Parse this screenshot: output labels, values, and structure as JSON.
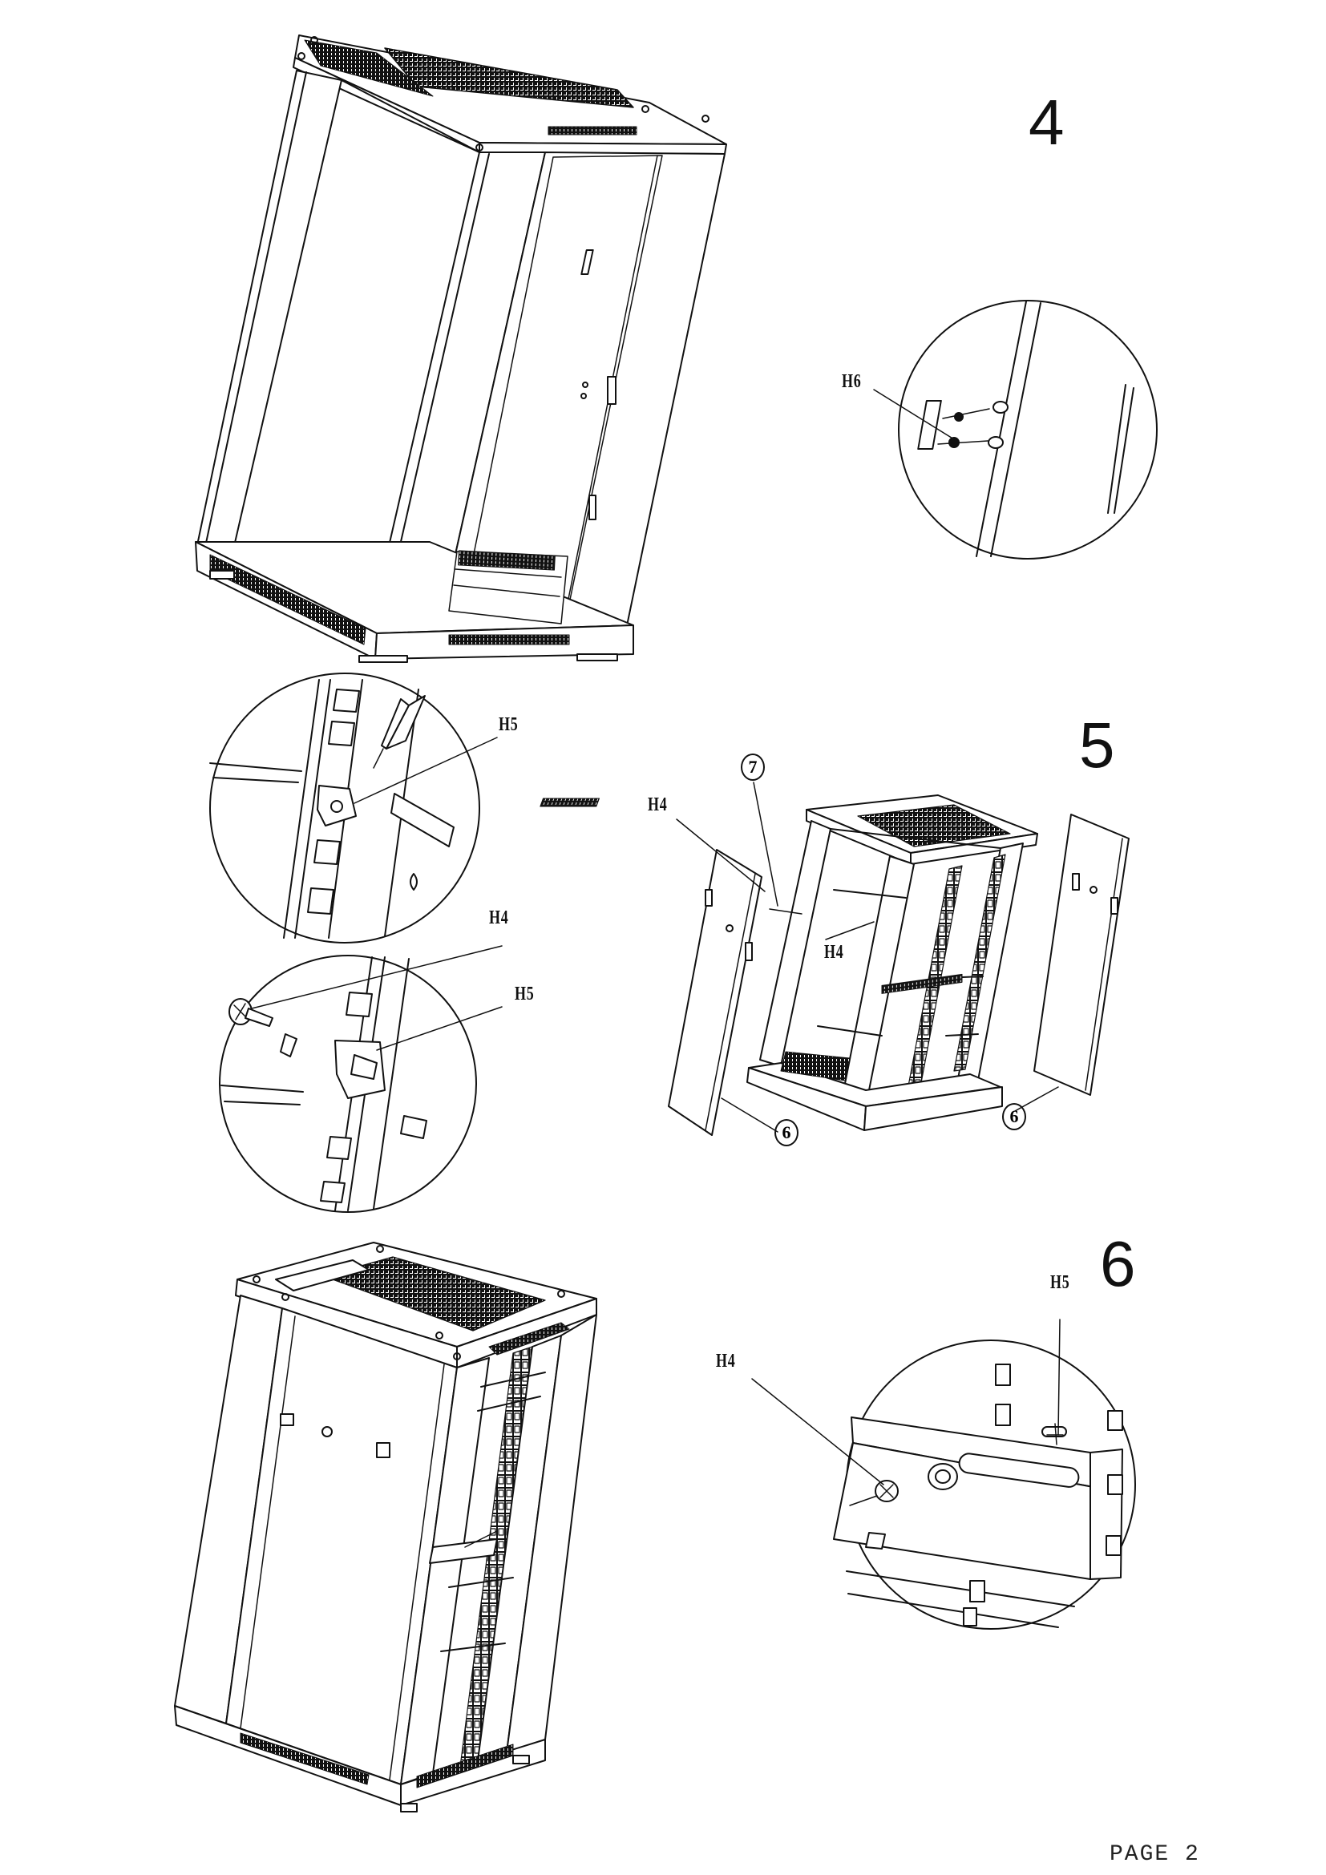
{
  "steps": {
    "s4": "4",
    "s5": "5",
    "s6": "6"
  },
  "callouts": {
    "h6": "H6",
    "h5_a": "H5",
    "h4_a": "H4",
    "h5_b": "H5",
    "h4_b": "H4",
    "h4_c": "H4",
    "h4_d": "H4",
    "h5_c": "H5"
  },
  "parts": {
    "p7": "7",
    "p6_a": "6",
    "p6_b": "6"
  },
  "footer": {
    "page": "PAGE 2"
  }
}
